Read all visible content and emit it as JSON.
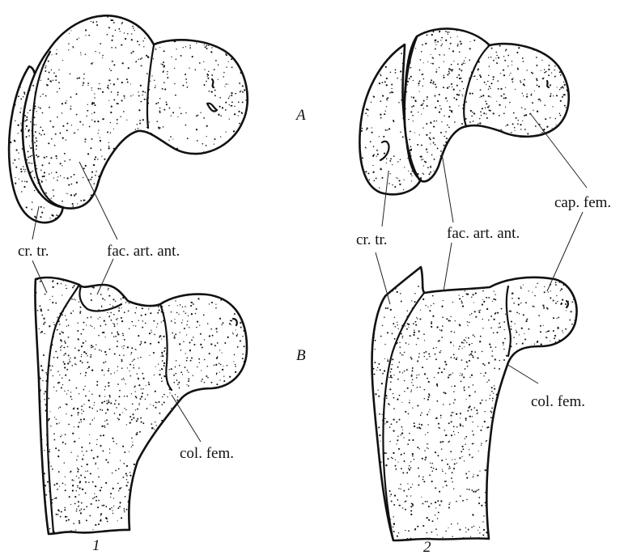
{
  "labels": {
    "view_a": "A",
    "view_b": "B",
    "column_1": "1",
    "column_2": "2",
    "cr_tr_left": "cr. tr.",
    "fac_art_ant_left": "fac. art. ant.",
    "col_fem_left": "col. fem.",
    "cr_tr_right": "cr. tr.",
    "fac_art_ant_right": "fac. art. ant.",
    "cap_fem_right": "cap. fem.",
    "col_fem_right": "col. fem."
  },
  "colors": {
    "ink": "#111111",
    "paper": "#ffffff"
  }
}
